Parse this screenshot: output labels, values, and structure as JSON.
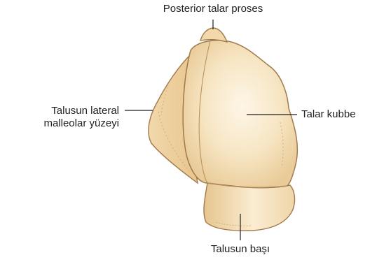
{
  "labels": {
    "posterior_process": "Posterior talar proses",
    "lateral_surface_line1": "Talusun lateral",
    "lateral_surface_line2": "malleolar yüzeyi",
    "dome": "Talar kubbe",
    "head": "Talusun başı"
  },
  "colors": {
    "bone_fill": "#f6e2bd",
    "bone_highlight": "#fdf6e7",
    "bone_shade": "#e8c894",
    "bone_outline": "#a07a4c",
    "leader_line": "#231f20",
    "text": "#231f20"
  }
}
